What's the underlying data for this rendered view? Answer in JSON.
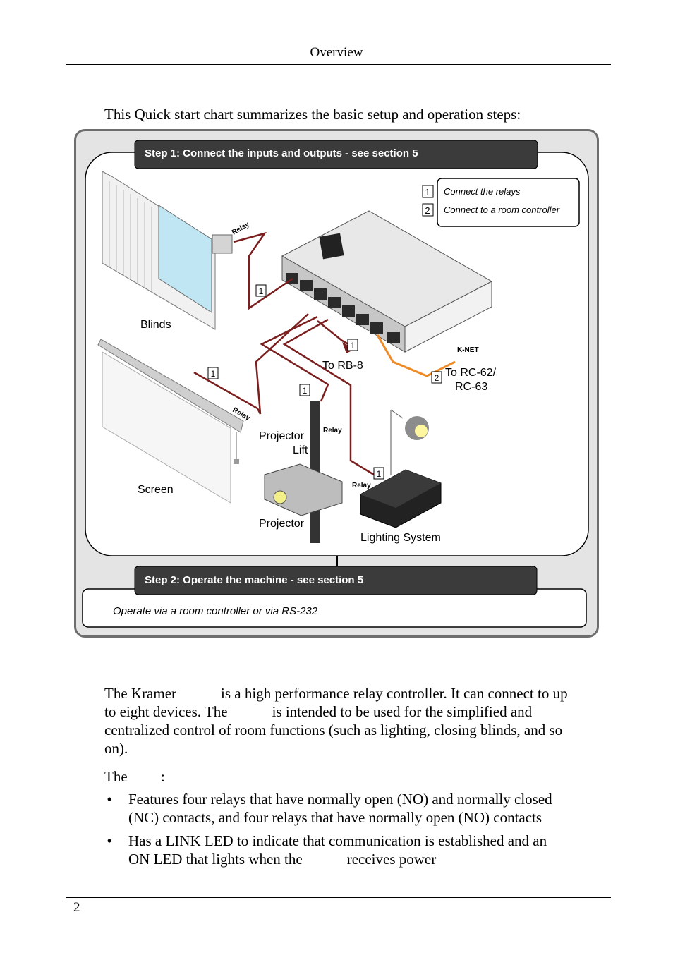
{
  "header": {
    "title": "Overview"
  },
  "intro": "This Quick start chart summarizes the basic setup and operation steps:",
  "chart": {
    "step1_title": "Step 1: Connect the inputs and outputs - see section 5",
    "legend": [
      {
        "num": "1",
        "text": "Connect the relays"
      },
      {
        "num": "2",
        "text": "Connect to a room controller"
      }
    ],
    "labels": {
      "blinds": "Blinds",
      "screen": "Screen",
      "projector_lift_line1": "Projector",
      "projector_lift_line2": "Lift",
      "projector": "Projector",
      "lighting": "Lighting System",
      "to_rb8": "To RB-8",
      "to_rc_line1": "To RC-62/",
      "to_rc_line2": "RC-63",
      "knet": "K-NET",
      "relay": "Relay"
    },
    "callouts": {
      "blinds_wire": "1",
      "screen_wire": "1",
      "lift_wire": "1",
      "rb8_wire": "1",
      "lighting_wire": "1",
      "controller_wire": "2"
    },
    "step2_title": "Step 2: Operate the machine - see section 5",
    "step2_text": "Operate via a room controller or via RS-232"
  },
  "para1": {
    "line1": "The Kramer            is a high performance relay controller. It can connect to up",
    "line2": "to eight devices. The            is intended to be used for the simplified and",
    "line3": "centralized control of room functions (such as lighting, closing blinds, and so",
    "line4": "on)."
  },
  "para2": "The         :",
  "bullets": [
    {
      "line1": "Features four relays that have normally open (NO) and normally closed",
      "line2": "(NC) contacts, and four relays that have normally open (NO) contacts"
    },
    {
      "line1": "Has a LINK LED to indicate that communication is established and an",
      "line2": "ON LED that lights when the            receives power"
    }
  ],
  "footer": {
    "page_number": "2"
  }
}
